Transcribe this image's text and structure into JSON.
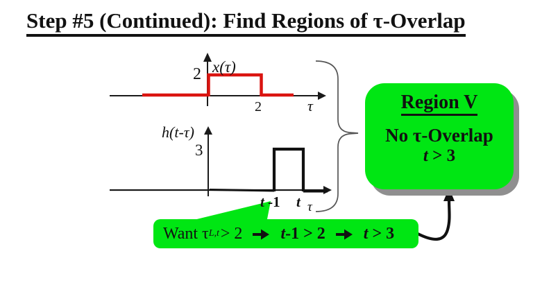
{
  "title": "Step #5 (Continued): Find Regions of τ-Overlap",
  "colors": {
    "highlight_green": "#00e613",
    "signal_red": "#da1410",
    "shadow_gray": "#8f8f8f",
    "ink_black": "#111111",
    "brace_gray": "#555555"
  },
  "top_graph": {
    "label": "x(τ)",
    "amplitude": "2",
    "tick": "2",
    "axis_var": "τ"
  },
  "bottom_graph": {
    "label": "h(t-τ)",
    "amplitude": "3",
    "left_edge_t": "t",
    "left_edge_rest": " -1",
    "right_edge": "t",
    "axis_var": "τ"
  },
  "region_box": {
    "heading": "Region V",
    "line1": "No τ-Overlap",
    "line2_t": "t",
    "line2_rest": " > 3"
  },
  "derivation": {
    "want": "Want τ",
    "sub": "L,t",
    "cmp1": "> 2",
    "step2_t": "t",
    "step2_rest": "-1 > 2",
    "step3_t": "t",
    "step3_rest": " > 3"
  },
  "icons": {
    "derivation_arrow": "right-arrow-icon",
    "axis_arrows": "axis-arrowhead-icon",
    "callout": "brace-and-callout-arrow"
  }
}
